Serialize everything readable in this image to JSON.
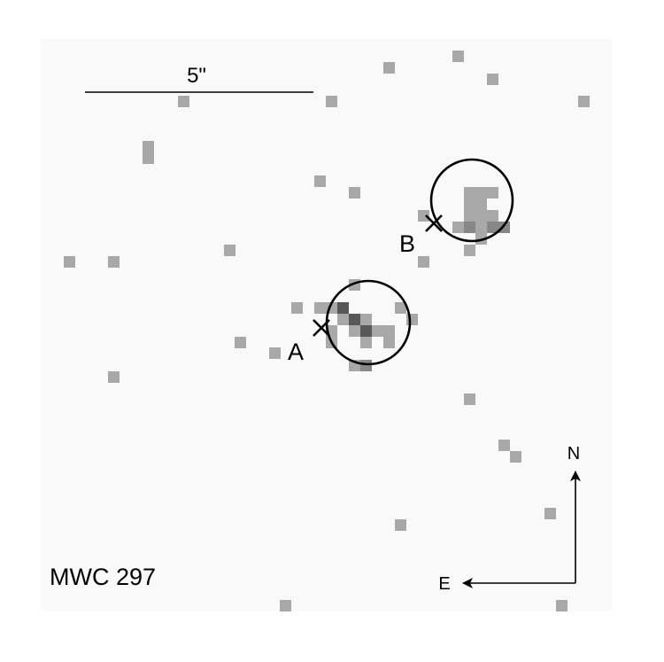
{
  "object_name": "MWC 297",
  "scale_bar_label": "5\"",
  "sources": [
    {
      "label": "A"
    },
    {
      "label": "B"
    }
  ],
  "compass": {
    "north": "N",
    "east": "E"
  },
  "colors": {
    "frame_background": "#f9f9f9",
    "pixel_light": "#a8a8a8",
    "pixel_mid": "#878787",
    "pixel_dark": "#585858",
    "ink": "#000000"
  }
}
